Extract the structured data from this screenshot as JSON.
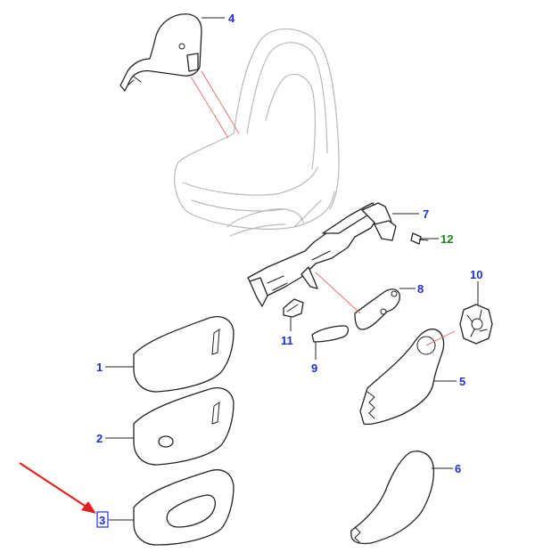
{
  "colors": {
    "callout_blue": "#1f2fd6",
    "callout_green": "#1a8a1a",
    "pointer_red": "#e02020",
    "highlight_box": "#1f2fd6"
  },
  "callouts": [
    {
      "id": "1",
      "color": "callout_blue"
    },
    {
      "id": "2",
      "color": "callout_blue"
    },
    {
      "id": "3",
      "color": "callout_blue",
      "highlighted": true
    },
    {
      "id": "4",
      "color": "callout_blue"
    },
    {
      "id": "5",
      "color": "callout_blue"
    },
    {
      "id": "6",
      "color": "callout_blue"
    },
    {
      "id": "7",
      "color": "callout_blue"
    },
    {
      "id": "8",
      "color": "callout_blue"
    },
    {
      "id": "9",
      "color": "callout_blue"
    },
    {
      "id": "10",
      "color": "callout_blue"
    },
    {
      "id": "11",
      "color": "callout_blue"
    },
    {
      "id": "12",
      "color": "callout_green"
    }
  ]
}
